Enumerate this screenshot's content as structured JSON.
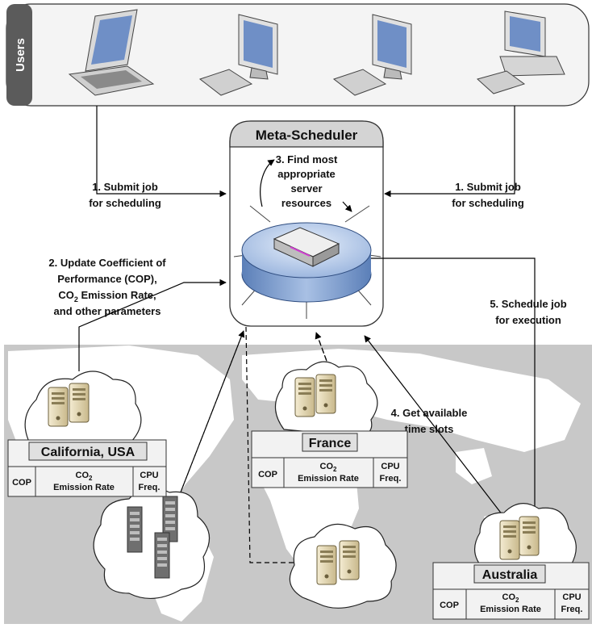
{
  "users_band": {
    "label": "Users"
  },
  "meta_scheduler": {
    "title": "Meta-Scheduler"
  },
  "steps": {
    "submit_left": [
      "1. Submit job",
      "for scheduling"
    ],
    "submit_right": [
      "1. Submit job",
      "for scheduling"
    ],
    "find": [
      "3. Find most",
      "appropriate",
      "server",
      "resources"
    ],
    "update": [
      "2. Update Coefficient of",
      "Performance (COP),",
      "CO",
      "2",
      " Emission Rate,",
      "and other parameters"
    ],
    "schedule": [
      "5. Schedule job",
      "for execution"
    ],
    "slots": [
      "4. Get available",
      "time slots"
    ]
  },
  "sites": [
    {
      "name": "California, USA",
      "cols": [
        "COP",
        "CO",
        "2",
        "Emission Rate",
        "CPU",
        "Freq."
      ]
    },
    {
      "name": "France",
      "cols": [
        "COP",
        "CO",
        "2",
        "Emission Rate",
        "CPU",
        "Freq."
      ]
    },
    {
      "name": "Australia",
      "cols": [
        "COP",
        "CO",
        "2",
        "Emission Rate",
        "CPU",
        "Freq."
      ]
    }
  ],
  "colors": {
    "map_bg": "#c8c8c8",
    "land": "#ffffff",
    "disk_top": "#c9daf0",
    "disk_side": "#7f9fcf",
    "server": "#e8dcb8"
  }
}
